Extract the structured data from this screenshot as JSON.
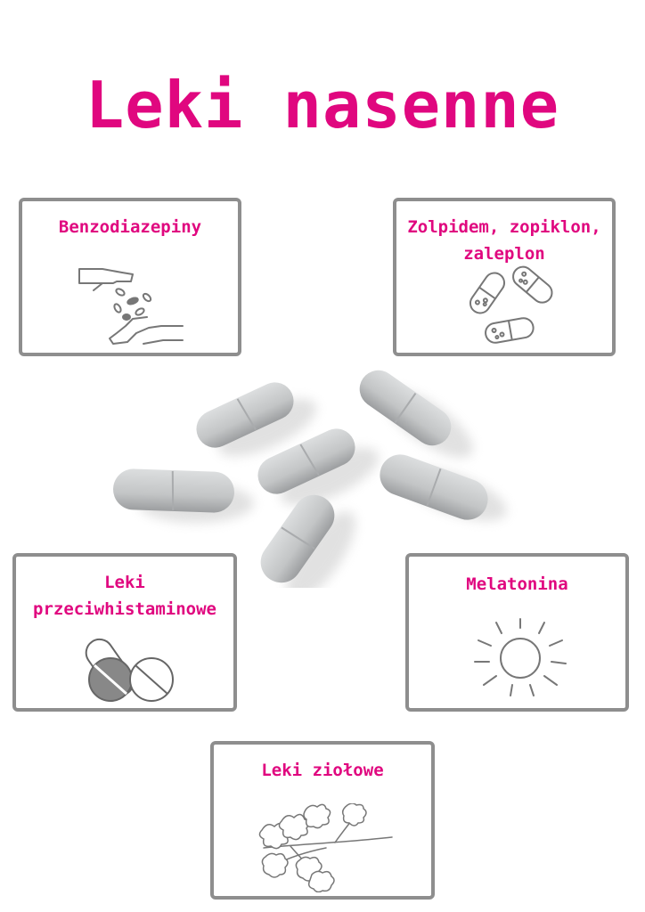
{
  "title": "Leki nasenne",
  "cards": {
    "benzo": {
      "label": "Benzodiazepiny",
      "icon": "hand-pills-icon"
    },
    "zdrugs": {
      "line1": "Zolpidem, zopiklon,",
      "line2": "zaleplon",
      "icon": "capsules-icon"
    },
    "antihist": {
      "line1": "Leki",
      "line2": "przeciwhistaminowe",
      "icon": "capsule-tablet-icon"
    },
    "melatonin": {
      "label": "Melatonina",
      "icon": "sun-icon"
    },
    "herbal": {
      "label": "Leki ziołowe",
      "icon": "herb-branch-icon"
    }
  },
  "colors": {
    "accent": "#e0077f",
    "border": "#8e8e8e",
    "pill": "#c4c6c7"
  }
}
